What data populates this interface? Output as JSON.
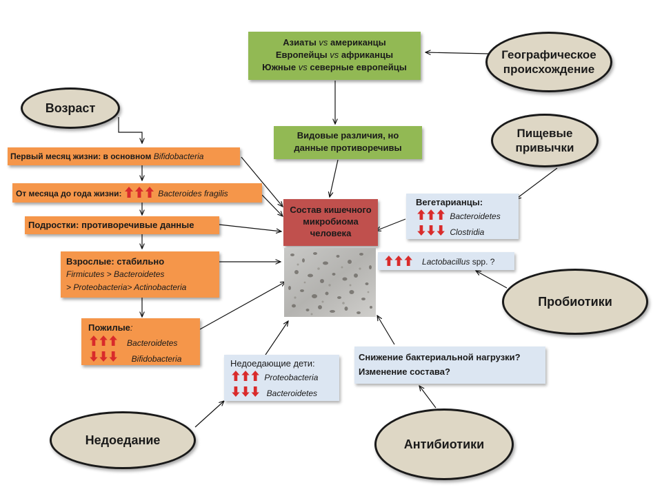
{
  "ellipses": {
    "geo": "Географическое происхождение",
    "age": "Возраст",
    "diet": "Пищевые привычки",
    "probiotics": "Пробиотики",
    "malnutrition": "Недоедание",
    "antibiotics": "Антибиотики"
  },
  "geo_box": {
    "line1_a": "Азиаты",
    "line1_vs": "vs",
    "line1_b": "американцы",
    "line2_a": "Европейцы",
    "line2_vs": "vs",
    "line2_b": "африканцы",
    "line3_a": "Южные",
    "line3_vs": "vs",
    "line3_b": "северные европейцы"
  },
  "species_box": {
    "line1": "Видовые различия, но",
    "line2": "данные противоречивы"
  },
  "center_box": {
    "line1": "Состав кишечного",
    "line2": "микробиома",
    "line3": "человека"
  },
  "age_boxes": {
    "first_month_text": "Первый месяц жизни: в основном",
    "first_month_taxon": "Bifidobacteria",
    "month_year_text": "От месяца до года жизни:",
    "month_year_taxon": "Bacteroides fragilis",
    "teens": "Подростки: противоречивые данные",
    "adults_title": "Взрослые: стабильно",
    "adults_line2": "Firmicutes > Bacteroidetes",
    "adults_line3": "> Proteobacteria> Actinobacteria",
    "elderly_title": "Пожилые",
    "elderly_colon": ":",
    "elderly_up": "Bacteroidetes",
    "elderly_down": "Bifidobacteria"
  },
  "vegetarian_box": {
    "title": "Вегетарианцы:",
    "up": "Bacteroidetes",
    "down": "Clostridia"
  },
  "lactobacillus_box": {
    "taxon": "Lactobacillus",
    "suffix": "spp. ?"
  },
  "malnourished_box": {
    "title": "Недоедающие дети:",
    "up": "Proteobacteria",
    "down": "Bacteroidetes"
  },
  "antibiotic_box": {
    "line1": "Снижение бактериальной нагрузки?",
    "line2": "Изменение состава?"
  },
  "colors": {
    "green": "#92b954",
    "orange": "#f5964a",
    "blue_box": "#dce6f2",
    "red_box": "#c0504d",
    "ellipse": "#ded7c5",
    "arrow_red": "#d92b2b"
  },
  "icons": {
    "up": "red-up-arrow-icon",
    "down": "red-down-arrow-icon"
  }
}
